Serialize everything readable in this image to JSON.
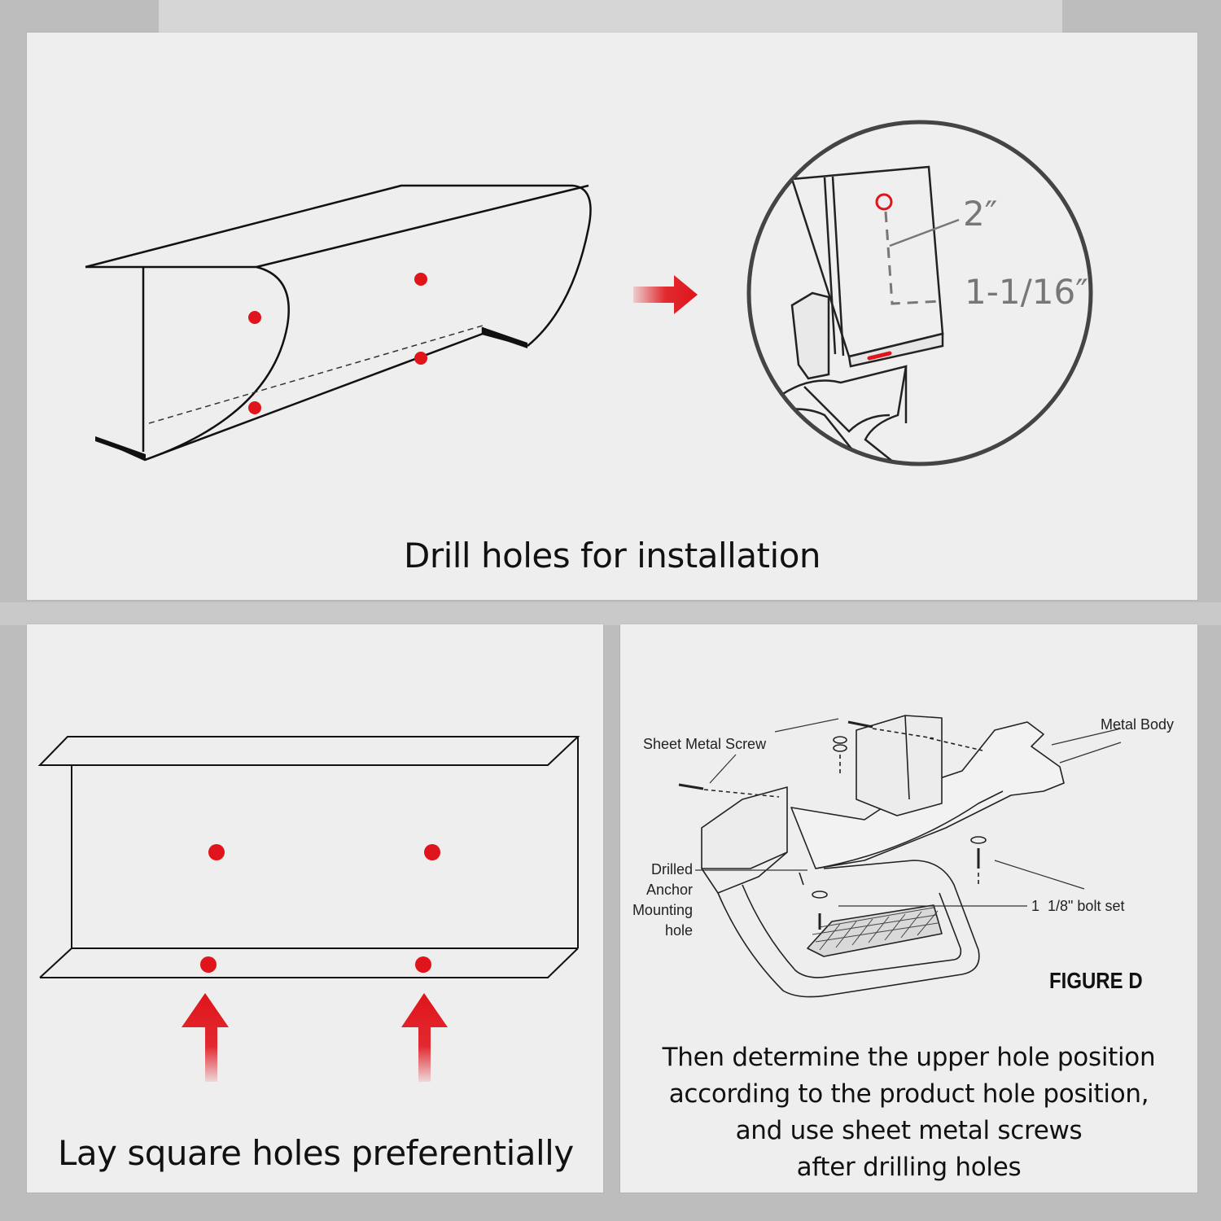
{
  "panels": {
    "top": {
      "caption": "Drill holes for installation",
      "dimensions": {
        "vertical": "2″",
        "horizontal": "1-1/16″"
      }
    },
    "bottom_left": {
      "caption": "Lay square holes preferentially"
    },
    "bottom_right": {
      "labels": {
        "sheet_metal_screw": "Sheet Metal Screw",
        "metal_body": "Metal Body",
        "drilled_anchor": [
          "Drilled",
          "Anchor",
          "Mounting",
          "hole"
        ],
        "bolt_set": "1  1/8\" bolt set",
        "figure": "FIGURE D"
      },
      "caption_lines": [
        "Then determine the upper hole position",
        "according to the product hole position,",
        "and use sheet metal screws",
        "after drilling holes"
      ]
    }
  },
  "colors": {
    "accent": "#e0141b",
    "panel": "#eeeeee",
    "background": "#bdbdbd"
  }
}
